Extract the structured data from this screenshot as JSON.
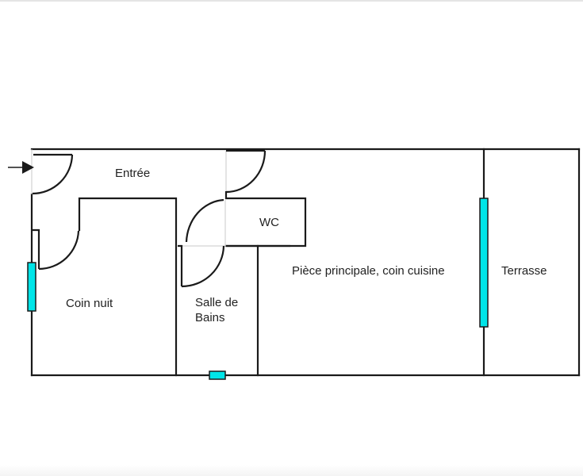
{
  "plan": {
    "rooms": [
      {
        "id": "entree",
        "label": "Entrée"
      },
      {
        "id": "wc",
        "label": "WC"
      },
      {
        "id": "coin-nuit",
        "label": "Coin nuit"
      },
      {
        "id": "salle-de-bains",
        "label_line1": "Salle de",
        "label_line2": "Bains"
      },
      {
        "id": "piece-principale",
        "label": "Pièce principale, coin cuisine"
      },
      {
        "id": "terrasse",
        "label": "Terrasse"
      }
    ],
    "entry_marker": "entry-arrow-icon",
    "colors": {
      "wall": "#1a1a1a",
      "window": "#00e5e8",
      "background": "#ffffff"
    }
  }
}
